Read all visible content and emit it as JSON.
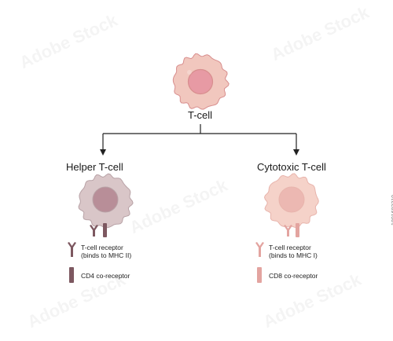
{
  "root": {
    "label": "T-cell"
  },
  "branches": [
    {
      "title": "Helper T-cell",
      "receptor_label_line1": "T-cell receptor",
      "receptor_label_line2": "(binds to MHC II)",
      "coreceptor_label": "CD4 co-receptor",
      "colors": {
        "outer": "#d9c6c8",
        "edge": "#b8a2a6",
        "nucleus": "#b88e98",
        "receptor": "#7d5860",
        "coreceptor": "#7d5860"
      }
    },
    {
      "title": "Cytotoxic T-cell",
      "receptor_label_line1": "T-cell receptor",
      "receptor_label_line2": "(binds to MHC I)",
      "coreceptor_label": "CD8 co-receptor",
      "colors": {
        "outer": "#f5d2c9",
        "edge": "#e8b4ac",
        "nucleus": "#ecb8b2",
        "receptor": "#e3a4a0",
        "coreceptor": "#e3a4a0"
      }
    }
  ],
  "root_colors": {
    "outer": "#f1c7be",
    "edge": "#d88e8e",
    "nucleus": "#e79aa4"
  },
  "stock_id": "1801682210",
  "watermark": "Adobe Stock"
}
